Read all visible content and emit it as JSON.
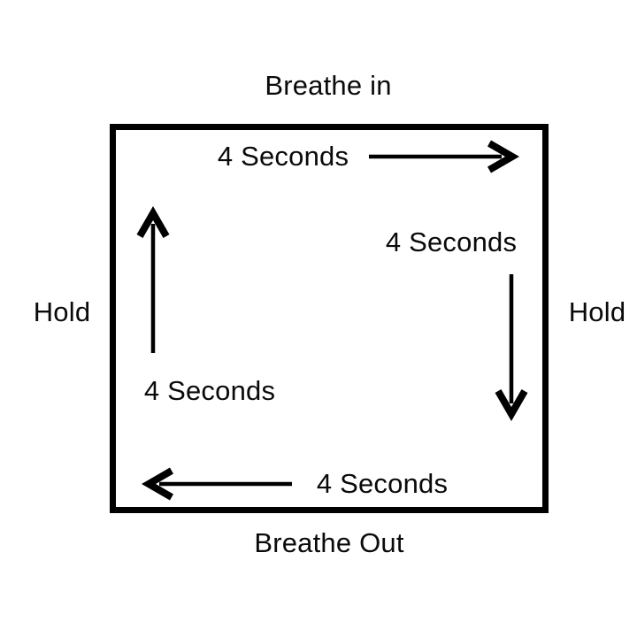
{
  "page": {
    "background_color": "#ffffff",
    "ink_color": "#000000"
  },
  "diagram": {
    "type": "box-breathing-cycle",
    "phases": {
      "top_outside_label": "Breathe in",
      "bottom_outside_label": "Breathe Out",
      "left_outside_label": "Hold",
      "right_outside_label": "Hold"
    },
    "durations": {
      "top": "4 Seconds",
      "right": "4 Seconds",
      "bottom": "4 Seconds",
      "left": "4 Seconds"
    },
    "arrow_directions": {
      "top": "right",
      "right": "down",
      "bottom": "left",
      "left": "up"
    }
  }
}
